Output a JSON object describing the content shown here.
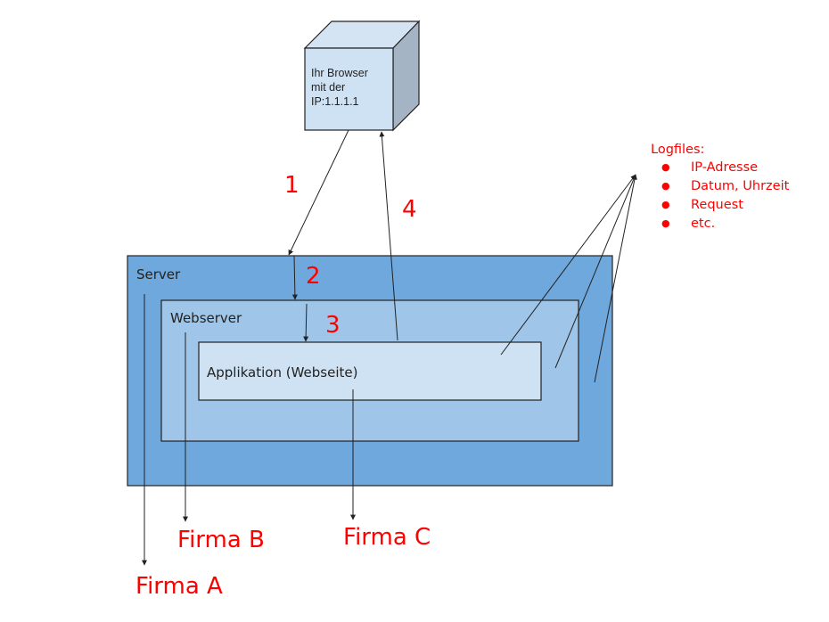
{
  "colors": {
    "server_fill": "#6fa8dc",
    "webserver_fill": "#9fc5e8",
    "app_fill": "#cfe2f3",
    "cube_front": "#cfe2f3",
    "cube_top": "#d5e4f3",
    "cube_side": "#a4b4c4",
    "annotation_red": "#ff0000",
    "stroke": "#222222"
  },
  "browser": {
    "line1": "Ihr Browser",
    "line2": "mit der",
    "line3": "IP:1.1.1.1"
  },
  "boxes": {
    "server": "Server",
    "webserver": "Webserver",
    "application": "Applikation (Webseite)"
  },
  "steps": [
    "1",
    "2",
    "3",
    "4"
  ],
  "logfiles": {
    "title": "Logfiles:",
    "bullet": "●",
    "items": [
      "IP-Adresse",
      "Datum, Uhrzeit",
      "Request",
      "etc."
    ]
  },
  "firms": {
    "a": "Firma A",
    "b": "Firma B",
    "c": "Firma C"
  }
}
